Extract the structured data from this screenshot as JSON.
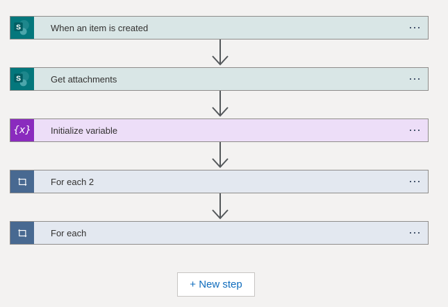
{
  "flow": {
    "steps": [
      {
        "title": "When an item is created",
        "connector": "SharePoint",
        "type": "trigger",
        "header_color": "#D9E6E6",
        "icon_color": "#04777C",
        "icon": "sharepoint-icon"
      },
      {
        "title": "Get attachments",
        "connector": "SharePoint",
        "type": "action",
        "header_color": "#D9E6E6",
        "icon_color": "#04777C",
        "icon": "sharepoint-icon"
      },
      {
        "title": "Initialize variable",
        "connector": "Variables",
        "type": "action",
        "header_color": "#EDDEF8",
        "icon_color": "#8A2BBE",
        "icon": "variables-icon",
        "icon_glyph": "{x}"
      },
      {
        "title": "For each 2",
        "connector": "Control",
        "type": "scope",
        "header_color": "#E3E8F0",
        "icon_color": "#486991",
        "icon": "loop-icon"
      },
      {
        "title": "For each",
        "connector": "Control",
        "type": "scope",
        "header_color": "#E3E8F0",
        "icon_color": "#486991",
        "icon": "loop-icon"
      }
    ],
    "step_menu_icon": "ellipsis-icon",
    "connector_arrow_icon": "arrow-down-icon",
    "new_step": {
      "label": "+ New step",
      "text_color": "#0F6CBD"
    }
  },
  "colors": {
    "canvas_background": "#F3F2F1",
    "card_border": "#8E8C8A",
    "arrow": "#53575A",
    "title_text": "#323130",
    "menu_dots": "#44536B",
    "new_step_border": "#C6C4C2"
  }
}
